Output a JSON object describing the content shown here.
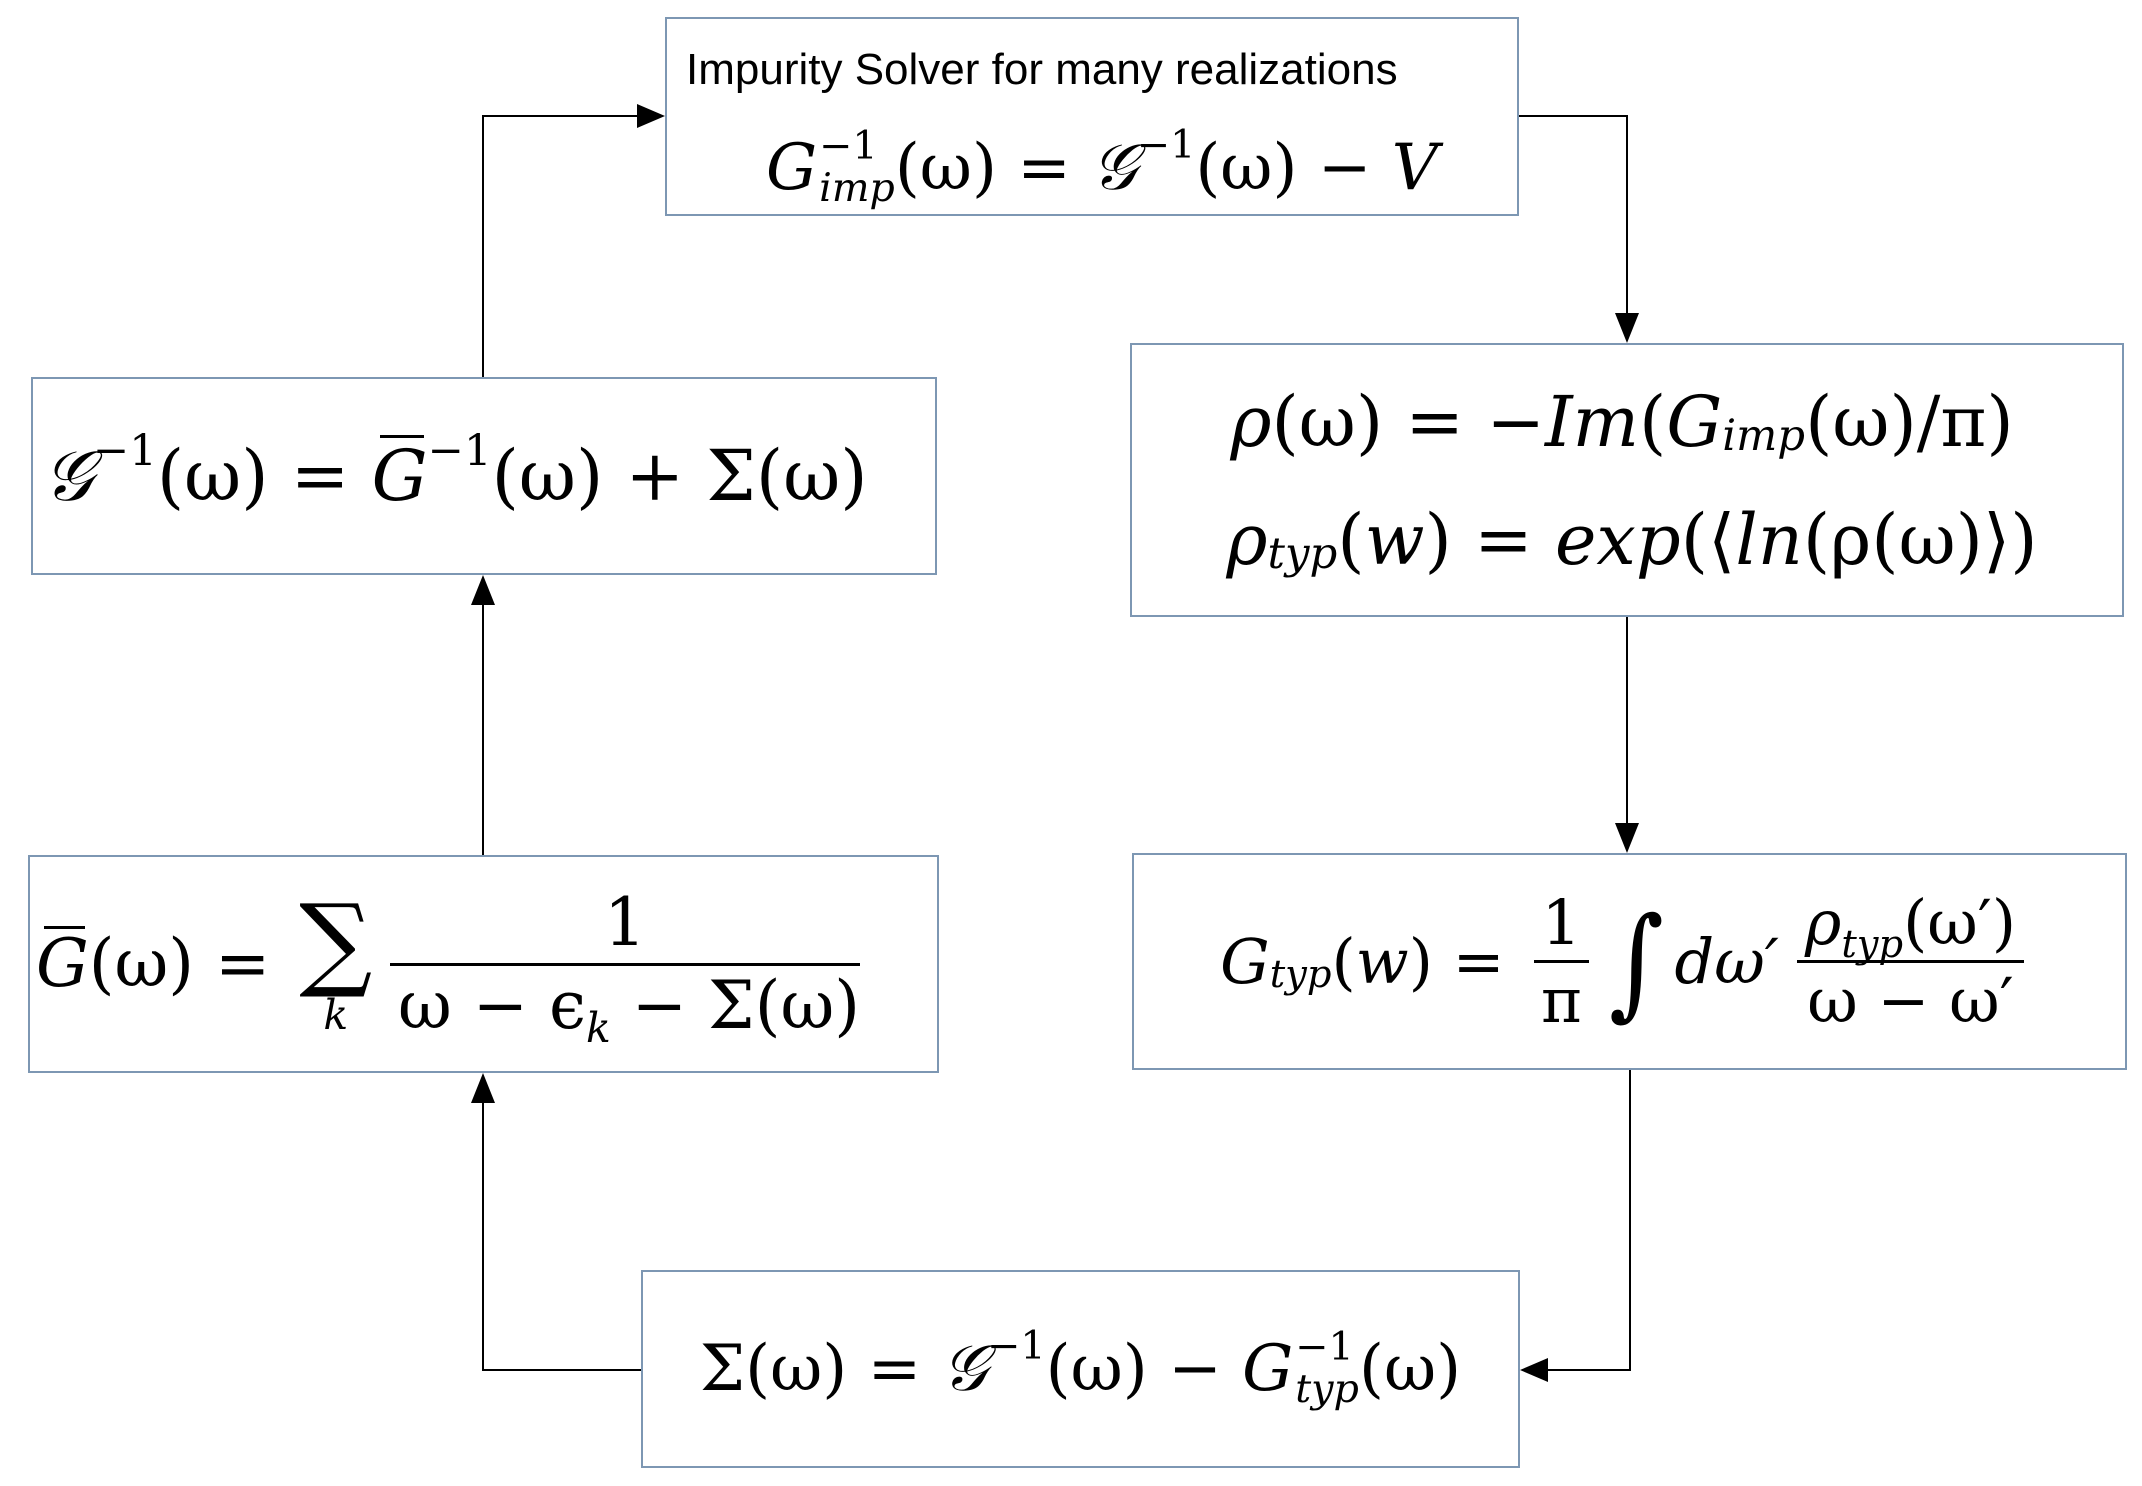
{
  "boxes": {
    "impurity_solver": {
      "title": "Impurity Solver for many realizations",
      "eq": {
        "G": "G",
        "sup": "−1",
        "sub": "imp",
        "a1": "(ω) = ",
        "cal": "𝒢",
        "cal_sup": "−1",
        "a2": "(ω) − ",
        "V": "V"
      }
    },
    "cavity": {
      "cal": "𝒢",
      "sup1": "−1",
      "a1": "(ω) = ",
      "Gbar": "G",
      "sup2": "−1",
      "a2": "(ω) + Σ(ω)"
    },
    "dos": {
      "line1": {
        "rho": "ρ",
        "a1": "(ω) = −",
        "Im": "Im",
        "a2": "(",
        "G": "G",
        "sub": "imp",
        "a3": "(ω)/π)"
      },
      "line2": {
        "rho": "ρ",
        "sub": "typ",
        "a1": "(",
        "w": "w",
        "a2": ") = ",
        "exp": "exp",
        "a3": "(⟨",
        "ln": "ln",
        "a4": "(ρ(ω)⟩)"
      }
    },
    "gbar": {
      "Gbar": "G",
      "a1": "(ω) = ",
      "sum": "∑",
      "lim": "k",
      "num": "1",
      "den1": "ω − ϵ",
      "den_sub": "k",
      "den2": " − Σ(ω)"
    },
    "gtyp": {
      "G": "G",
      "sub": "typ",
      "a1": "(",
      "w": "w",
      "a2": ") = ",
      "num1": "1",
      "den1": "π",
      "integral": "∫",
      "dw": "dω′",
      "num2_rho": "ρ",
      "num2_sub": "typ",
      "num2_rest": "(ω′)",
      "den2": "ω − ω′"
    },
    "self_energy": {
      "a1": "Σ(ω) = ",
      "cal": "𝒢",
      "sup1": "−1",
      "a2": "(ω) − ",
      "G": "G",
      "sup2": "−1",
      "sub2": "typ",
      "a3": "(ω)"
    }
  },
  "colors": {
    "box_border": "#7d97b3",
    "arrow": "#000000",
    "text": "#000000"
  }
}
